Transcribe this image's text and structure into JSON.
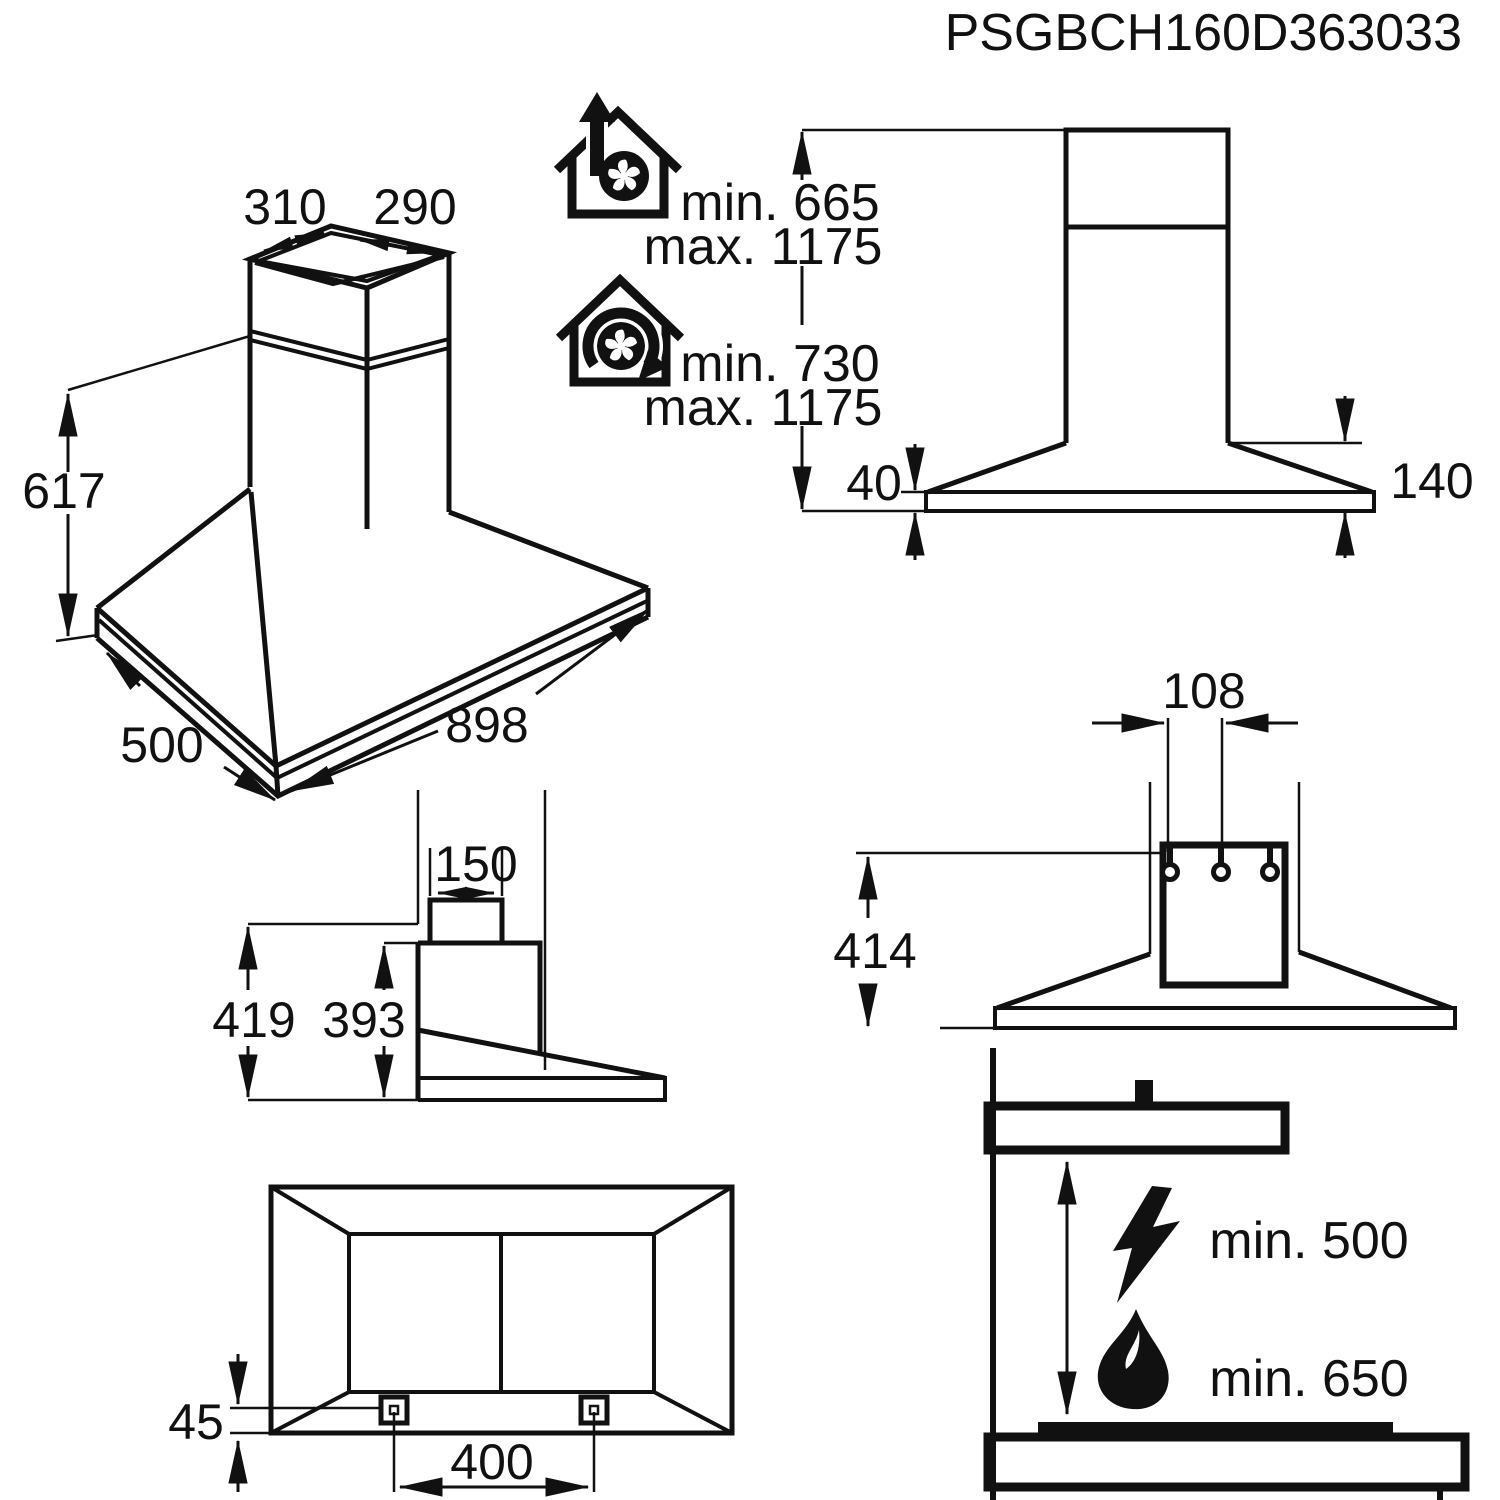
{
  "colors": {
    "line": "#111111",
    "background": "#ffffff"
  },
  "title_code": "PSGBCH160D363033",
  "perspective_view": {
    "chimney_top_width": "310",
    "chimney_top_depth": "290",
    "height_to_chimney": "617",
    "hood_width": "898",
    "hood_depth": "500"
  },
  "installation_heights": {
    "exhaust_min": "min. 665",
    "exhaust_max": "max. 1175",
    "recirculation_min": "min. 730",
    "recirculation_max": "max. 1175"
  },
  "front_view": {
    "base_plate_height": "40",
    "canopy_height": "140"
  },
  "side_view": {
    "duct_collar_width": "150",
    "height_with_collar": "419",
    "body_height": "393"
  },
  "bracket_view": {
    "keyhole_spacing": "108",
    "bracket_to_bottom_height": "414"
  },
  "bottom_view": {
    "mount_edge_offset": "45",
    "mount_hole_spacing": "400"
  },
  "clearance_view": {
    "electric_hob_clearance": "min. 500",
    "gas_hob_clearance": "min. 650"
  },
  "icons": {
    "exhaust_mode": "house-exhaust-icon",
    "recirculation_mode": "house-recirculation-icon",
    "electric_hob": "electric-hob-icon",
    "gas_hob": "gas-hob-icon"
  }
}
